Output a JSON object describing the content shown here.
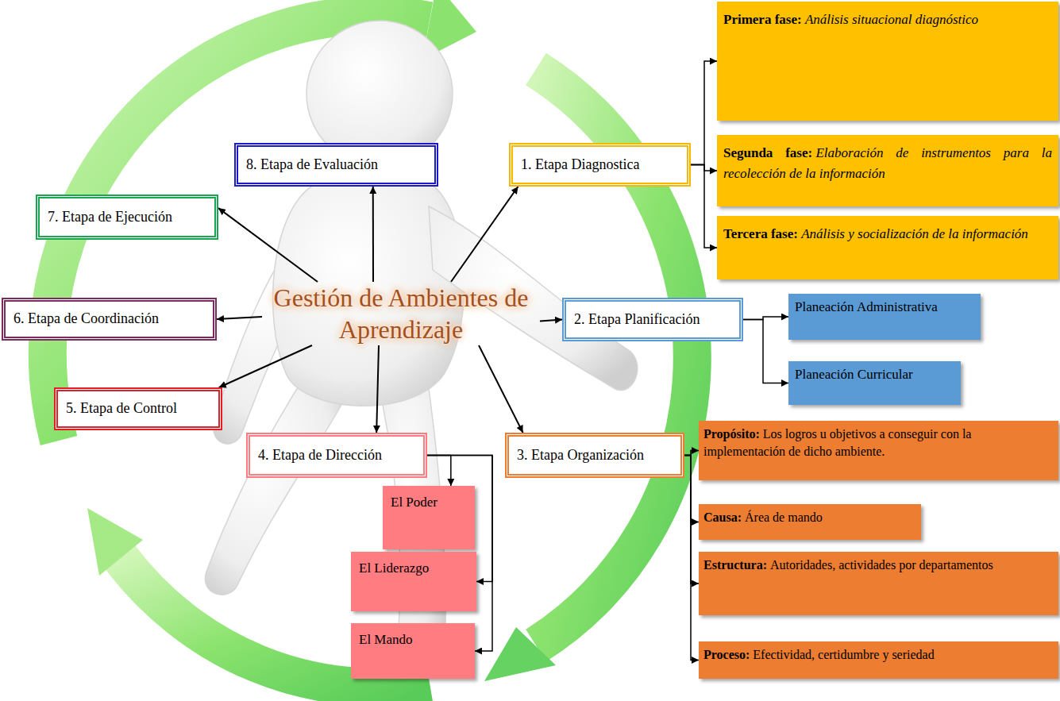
{
  "diagram": {
    "nodes": [
      {
        "text": [
          "Gestión de Ambientes de Aprendizaje"
        ]
      },
      {
        "text": [
          "1. Etapa Diagnostica"
        ]
      },
      {
        "text": [
          "Primera fase:",
          "Análisis situacional diagnóstico"
        ]
      },
      {
        "text": [
          "Segunda fase:",
          "Elaboración de instrumentos para la recolección de la información"
        ]
      },
      {
        "text": [
          "Tercera fase:",
          "Análisis y socialización de la información"
        ]
      },
      {
        "text": [
          "2. Etapa Planificación"
        ]
      },
      {
        "text": [
          "Planeación Administrativa"
        ]
      },
      {
        "text": [
          "Planeación Curricular"
        ]
      },
      {
        "text": [
          "3. Etapa Organización"
        ]
      },
      {
        "text": [
          "Propósito:",
          "Los logros u objetivos a conseguir con la implementación de dicho ambiente."
        ]
      },
      {
        "text": [
          "Causa:",
          "Área de mando"
        ]
      },
      {
        "text": [
          "Estructura:",
          "Autoridades, actividades por departamentos"
        ]
      },
      {
        "text": [
          "Proceso:",
          "Efectividad, certidumbre y seriedad"
        ]
      },
      {
        "text": [
          "4. Etapa de Dirección"
        ]
      },
      {
        "text": [
          "El Poder"
        ]
      },
      {
        "text": [
          "El Liderazgo"
        ]
      },
      {
        "text": [
          "El Mando"
        ]
      },
      {
        "text": [
          "5. Etapa de Control"
        ]
      },
      {
        "text": [
          "6. Etapa de Coordinación"
        ]
      },
      {
        "text": [
          "7. Etapa de Ejecución"
        ]
      },
      {
        "text": [
          "8. Etapa de Evaluación"
        ]
      }
    ],
    "edges": [
      {
        "from": 0,
        "to": 1,
        "arrow": "to"
      },
      {
        "from": 1,
        "to": 2,
        "arrow": "to"
      },
      {
        "from": 1,
        "to": 3,
        "arrow": "to"
      },
      {
        "from": 1,
        "to": 4,
        "arrow": "to"
      },
      {
        "from": 0,
        "to": 5,
        "arrow": "to"
      },
      {
        "from": 5,
        "to": 6,
        "arrow": "to"
      },
      {
        "from": 5,
        "to": 7,
        "arrow": "to"
      },
      {
        "from": 0,
        "to": 8,
        "arrow": "to"
      },
      {
        "from": 8,
        "to": 9,
        "arrow": "to"
      },
      {
        "from": 8,
        "to": 10,
        "arrow": "to"
      },
      {
        "from": 8,
        "to": 11,
        "arrow": "to"
      },
      {
        "from": 8,
        "to": 12,
        "arrow": "to"
      },
      {
        "from": 0,
        "to": 13,
        "arrow": "to"
      },
      {
        "from": 13,
        "to": 14,
        "arrow": "to"
      },
      {
        "from": 13,
        "to": 15,
        "arrow": "to"
      },
      {
        "from": 13,
        "to": 16,
        "arrow": "to"
      },
      {
        "from": 0,
        "to": 17,
        "arrow": "to"
      },
      {
        "from": 0,
        "to": 18,
        "arrow": "to"
      },
      {
        "from": 0,
        "to": 19,
        "arrow": "to"
      },
      {
        "from": 0,
        "to": 20,
        "arrow": "to"
      }
    ]
  }
}
